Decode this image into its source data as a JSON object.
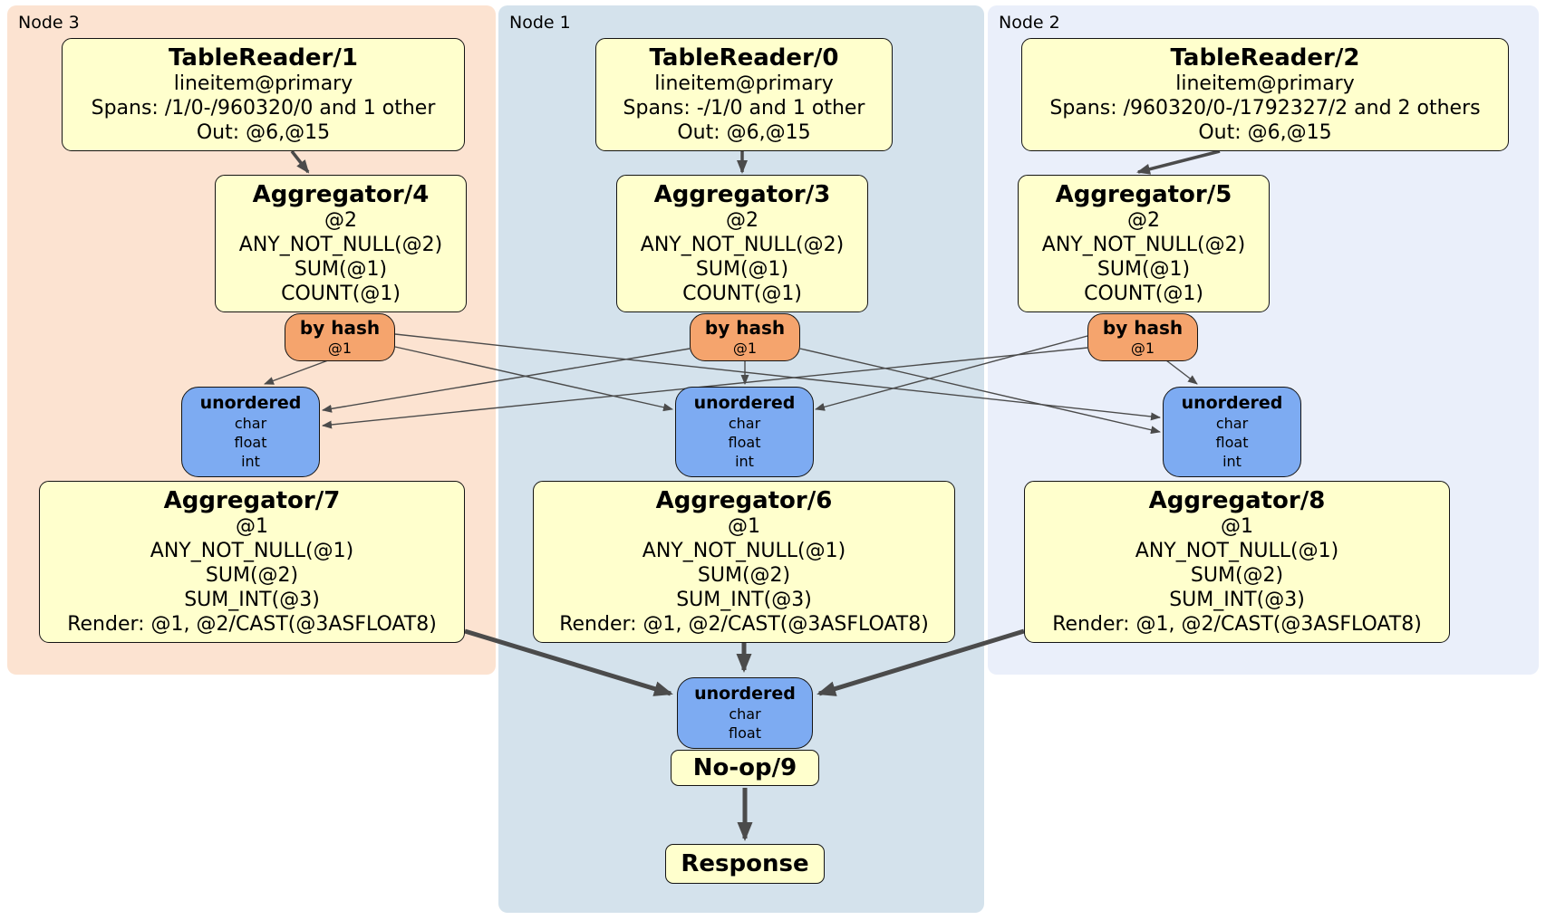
{
  "diagram_type": "distributed-sql-plan",
  "nodes": [
    {
      "label": "Node 3",
      "table_reader": {
        "title": "TableReader/1",
        "lines": [
          "lineitem@primary",
          "Spans: /1/0-/960320/0 and 1 other",
          "Out: @6,@15"
        ]
      },
      "aggregator": {
        "title": "Aggregator/4",
        "lines": [
          "@2",
          "ANY_NOT_NULL(@2)",
          "SUM(@1)",
          "COUNT(@1)"
        ]
      },
      "router": {
        "title": "by hash",
        "subtitle": "@1"
      },
      "sync": {
        "title": "unordered",
        "lines": [
          "char",
          "float",
          "int"
        ]
      },
      "final_aggregator": {
        "title": "Aggregator/7",
        "lines": [
          "@1",
          "ANY_NOT_NULL(@1)",
          "SUM(@2)",
          "SUM_INT(@3)",
          "Render: @1, @2/CAST(@3ASFLOAT8)"
        ]
      }
    },
    {
      "label": "Node 1",
      "table_reader": {
        "title": "TableReader/0",
        "lines": [
          "lineitem@primary",
          "Spans: -/1/0 and 1 other",
          "Out: @6,@15"
        ]
      },
      "aggregator": {
        "title": "Aggregator/3",
        "lines": [
          "@2",
          "ANY_NOT_NULL(@2)",
          "SUM(@1)",
          "COUNT(@1)"
        ]
      },
      "router": {
        "title": "by hash",
        "subtitle": "@1"
      },
      "sync": {
        "title": "unordered",
        "lines": [
          "char",
          "float",
          "int"
        ]
      },
      "final_aggregator": {
        "title": "Aggregator/6",
        "lines": [
          "@1",
          "ANY_NOT_NULL(@1)",
          "SUM(@2)",
          "SUM_INT(@3)",
          "Render: @1, @2/CAST(@3ASFLOAT8)"
        ]
      }
    },
    {
      "label": "Node 2",
      "table_reader": {
        "title": "TableReader/2",
        "lines": [
          "lineitem@primary",
          "Spans: /960320/0-/1792327/2 and 2 others",
          "Out: @6,@15"
        ]
      },
      "aggregator": {
        "title": "Aggregator/5",
        "lines": [
          "@2",
          "ANY_NOT_NULL(@2)",
          "SUM(@1)",
          "COUNT(@1)"
        ]
      },
      "router": {
        "title": "by hash",
        "subtitle": "@1"
      },
      "sync": {
        "title": "unordered",
        "lines": [
          "char",
          "float",
          "int"
        ]
      },
      "final_aggregator": {
        "title": "Aggregator/8",
        "lines": [
          "@1",
          "ANY_NOT_NULL(@1)",
          "SUM(@2)",
          "SUM_INT(@3)",
          "Render: @1, @2/CAST(@3ASFLOAT8)"
        ]
      }
    }
  ],
  "output_chain": {
    "sync": {
      "title": "unordered",
      "lines": [
        "char",
        "float"
      ]
    },
    "noop": {
      "title": "No-op/9"
    },
    "response": {
      "title": "Response"
    }
  },
  "colors": {
    "node3_panel": "#fce3d1",
    "node1_panel": "#d4e2ec",
    "node2_panel": "#eaeffa",
    "processor_box": "#ffffcd",
    "hash_router_box": "#f5a46d",
    "sync_box": "#7dabf2",
    "edge": "#4b4b4b"
  }
}
